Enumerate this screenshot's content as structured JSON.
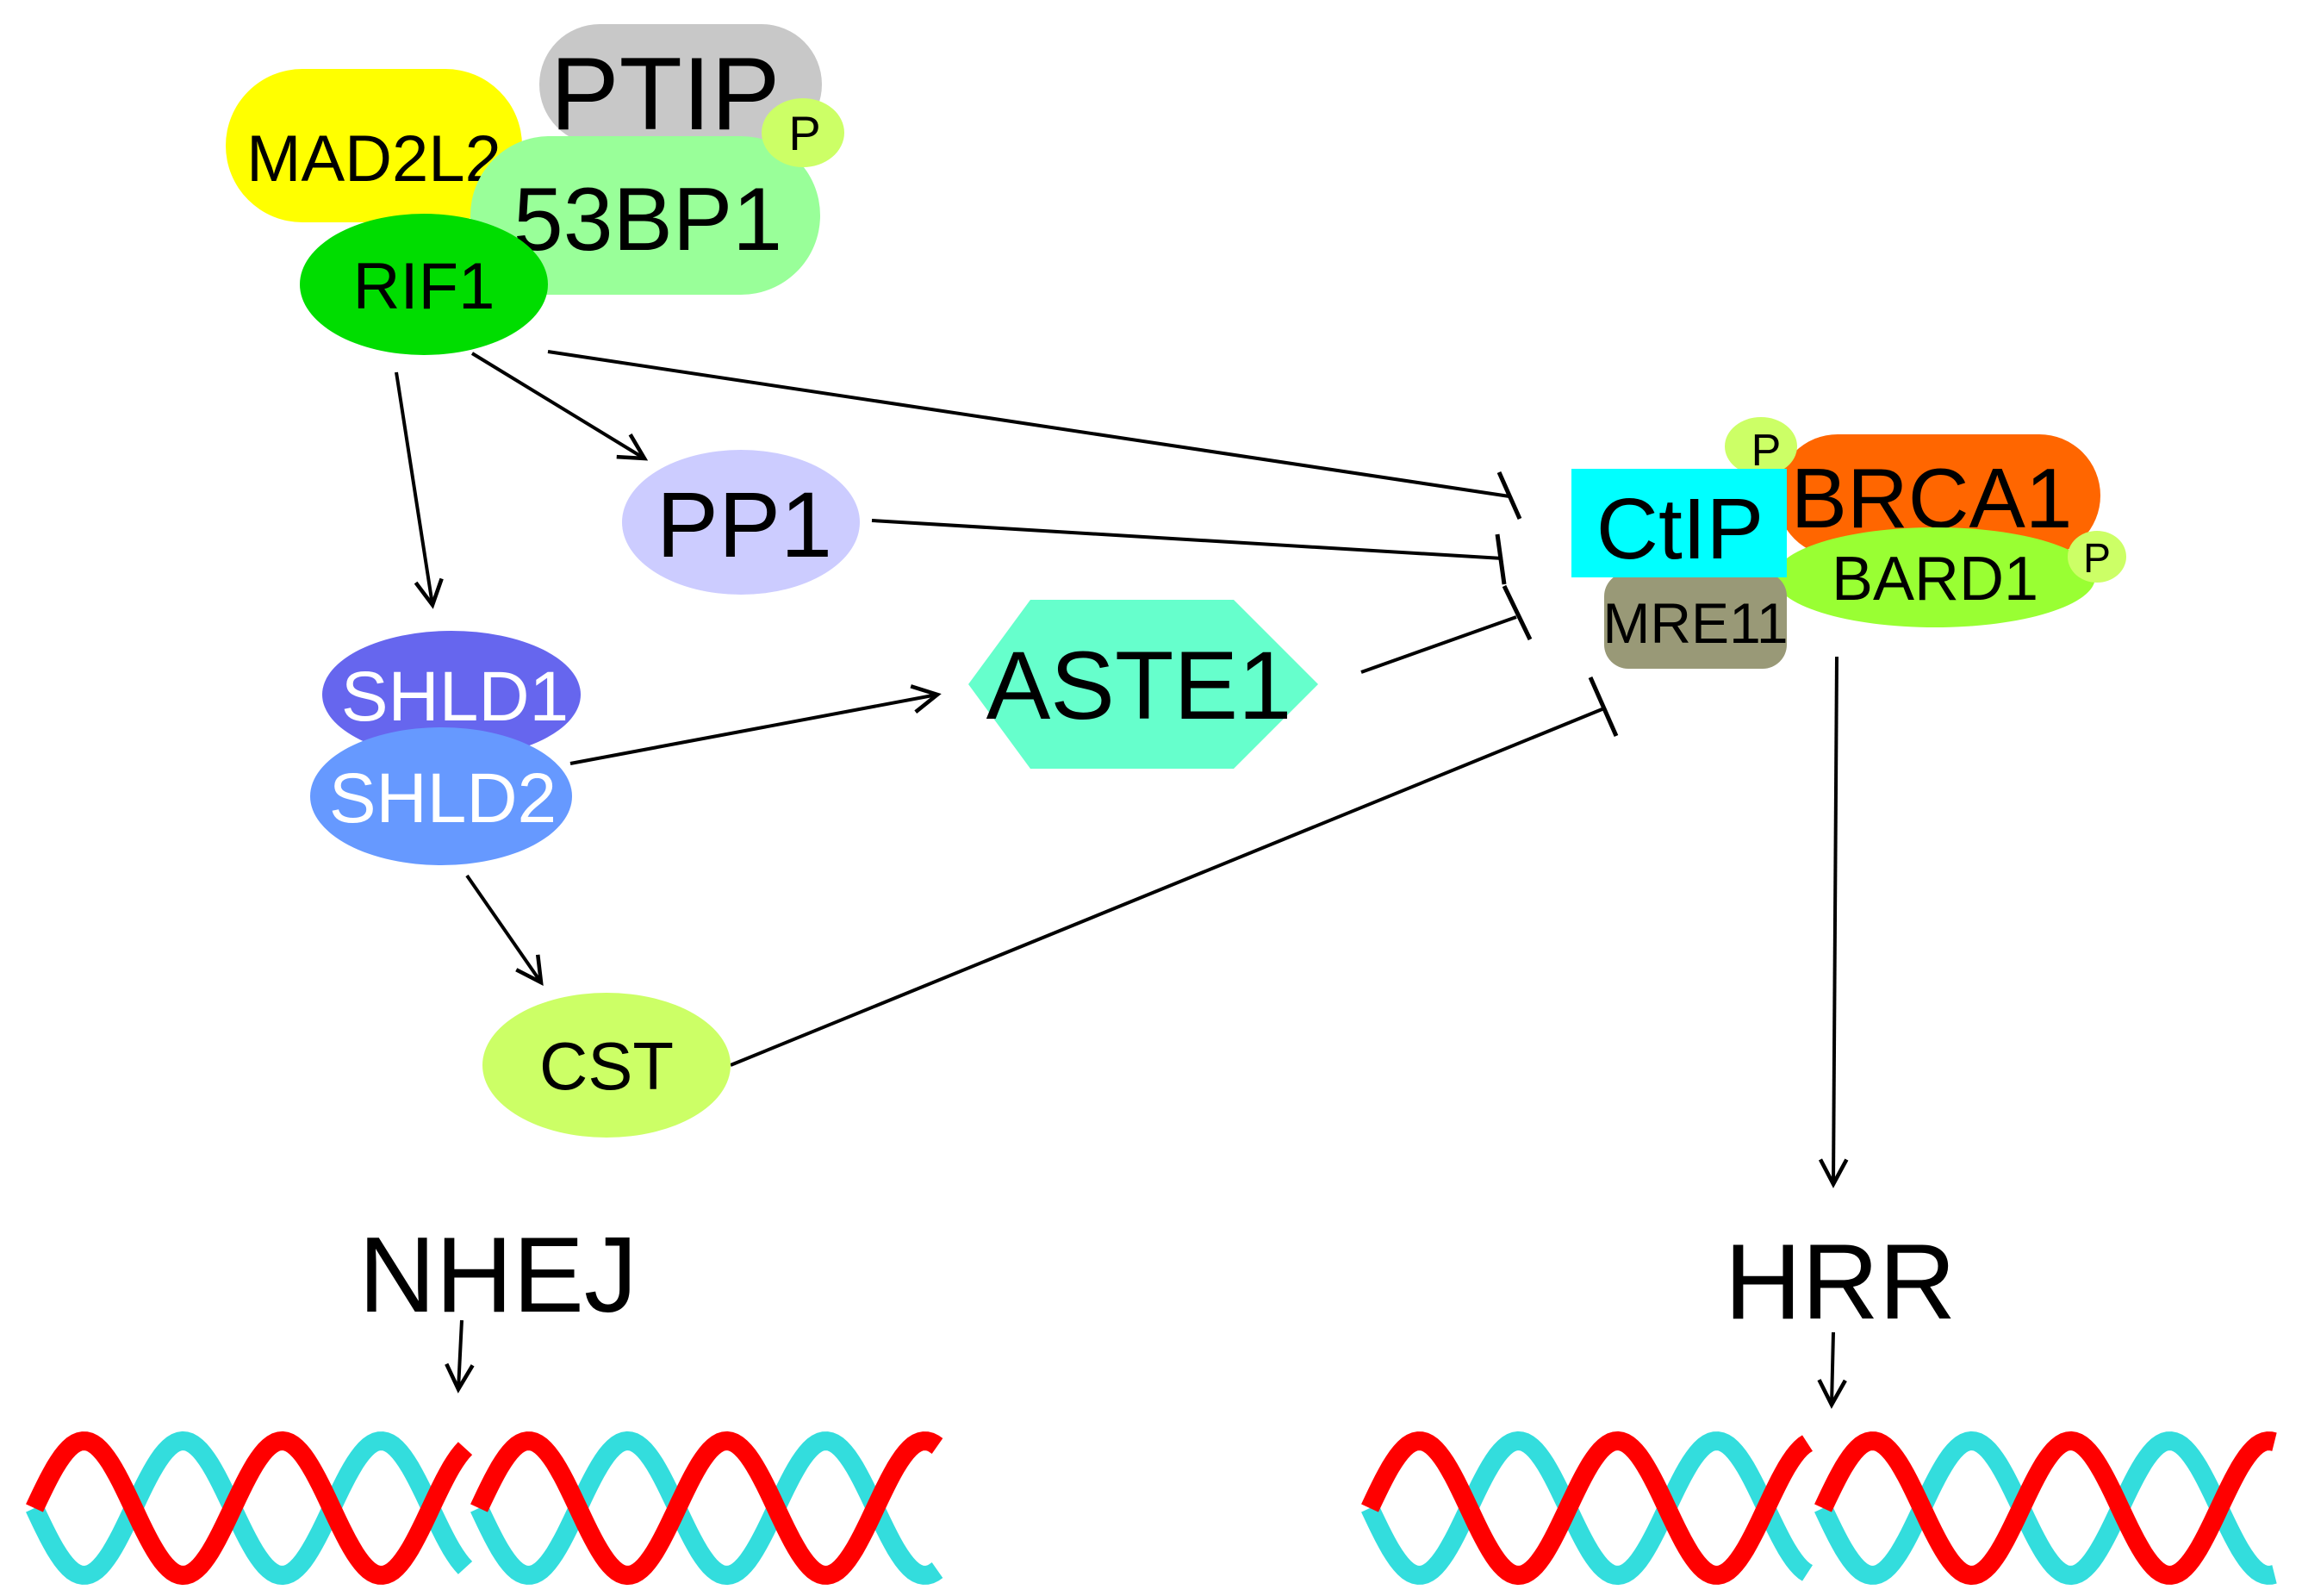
{
  "proteins": {
    "ptip": "PTIP",
    "mad2l2": "MAD2L2",
    "bp53": "53BP1",
    "rif1": "RIF1",
    "pp1": "PP1",
    "shld1": "SHLD1",
    "shld2": "SHLD2",
    "aste1": "ASTE1",
    "cst": "CST",
    "ctip": "CtIP",
    "brca1": "BRCA1",
    "bard1": "BARD1",
    "mre11": "MRE11"
  },
  "phospho_label": "P",
  "pathways": {
    "nhej": "NHEJ",
    "hrr": "HRR"
  },
  "colors": {
    "ptip": "#c8c8c8",
    "mad2l2": "#ffff00",
    "bp53": "#99ff99",
    "rif1": "#00dd00",
    "phospho": "#ccff66",
    "pp1": "#ccccff",
    "shld1": "#6666ee",
    "shld2": "#6699ff",
    "aste1": "#66ffcc",
    "cst": "#ccff66",
    "ctip": "#00ffff",
    "brca1": "#ff6600",
    "bard1": "#99ff33",
    "mre11": "#999977",
    "dna_strand_a": "#ff0000",
    "dna_strand_b": "#33dddd"
  }
}
